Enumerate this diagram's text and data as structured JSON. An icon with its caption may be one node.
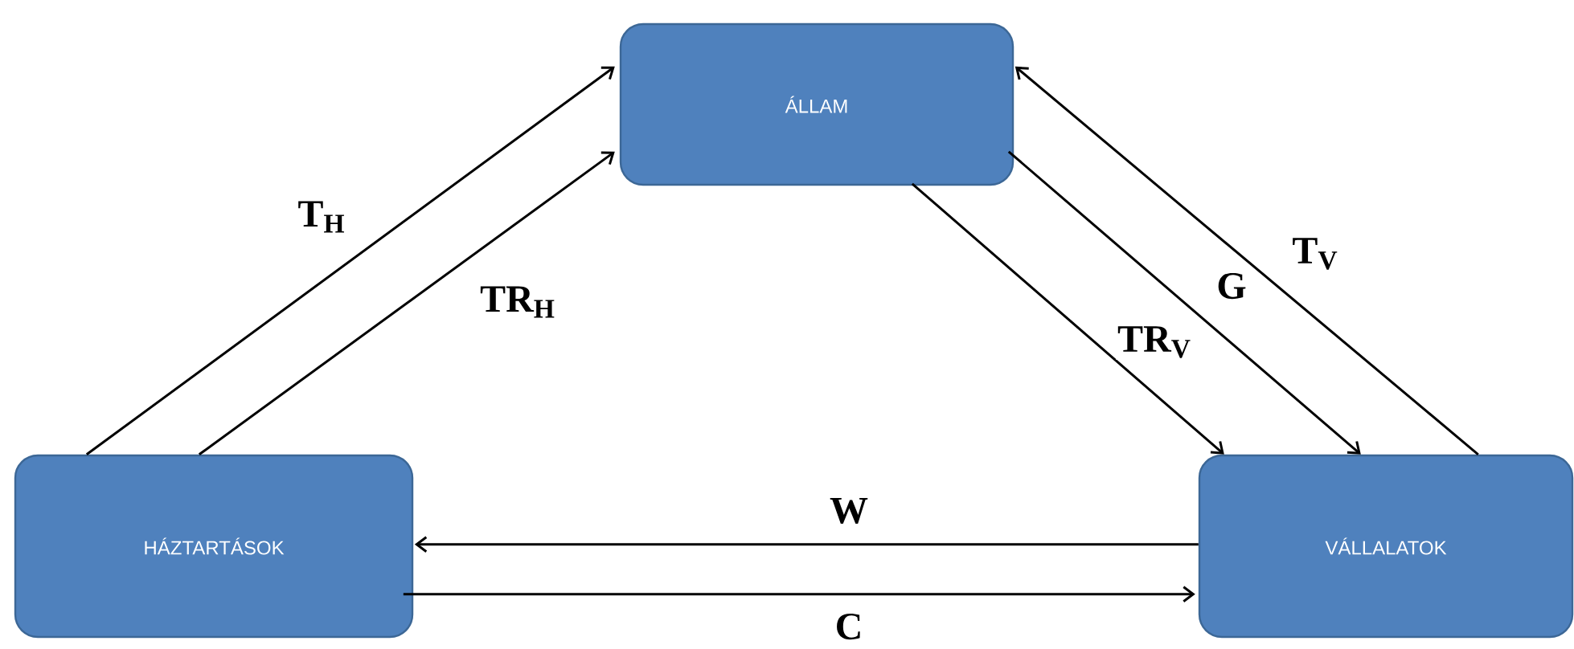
{
  "diagram": {
    "nodes": [
      {
        "text": [
          "ÁLLAM"
        ]
      },
      {
        "text": [
          "HÁZTARTÁSOK"
        ]
      },
      {
        "text": [
          "VÁLLALATOK"
        ]
      }
    ],
    "edges": [
      {
        "from": 1,
        "to": 0,
        "arrow": "to",
        "label": "T$_{H}$"
      },
      {
        "from": 1,
        "to": 0,
        "arrow": "to",
        "label": "TR$_{H}$"
      },
      {
        "from": 0,
        "to": 2,
        "arrow": "to",
        "label": "TR$_{V}$"
      },
      {
        "from": 0,
        "to": 2,
        "arrow": "to",
        "label": "G"
      },
      {
        "from": 2,
        "to": 0,
        "arrow": "to",
        "label": "T$_{V}$"
      },
      {
        "from": 2,
        "to": 1,
        "arrow": "to",
        "label": "W"
      },
      {
        "from": 1,
        "to": 2,
        "arrow": "to",
        "label": "C"
      }
    ]
  }
}
